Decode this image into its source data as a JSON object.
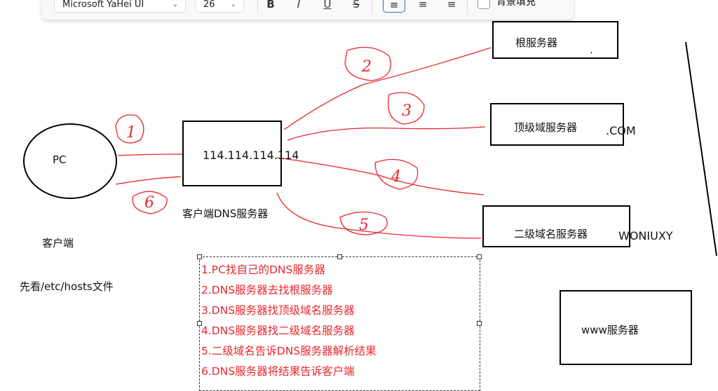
{
  "toolbar": {
    "font": "Microsoft YaHei UI",
    "size": "26",
    "bold": "B",
    "italic": "I",
    "underline": "U",
    "strike": "S",
    "bg_fill_label": "背景填充",
    "align": "left"
  },
  "nodes": {
    "pc": "PC",
    "client": "客户端",
    "hosts": "先看/etc/hosts文件",
    "dns_ip": "114.114.114.114",
    "dns_label": "客户端DNS服务器",
    "root": "根服务器",
    "root_dot": ".",
    "tld": "顶级域服务器",
    "tld_note": ".COM",
    "sld": "二级域名服务器",
    "sld_note": "WONIUXY",
    "www": "www服务器"
  },
  "steps": [
    "1.PC找自己的DNS服务器",
    "2.DNS服务器去找根服务器",
    "3.DNS服务器找顶级域名服务器",
    "4.DNS服务器找二级域名服务器",
    "5.二级域名告诉DNS服务器解析结果",
    "6.DNS服务器将结果告诉客户端"
  ],
  "annotations": [
    "1",
    "2",
    "3",
    "4",
    "5",
    "6"
  ],
  "colors": {
    "ink": "#000000",
    "red": "#e8262c",
    "accent": "#2d6fc0"
  }
}
